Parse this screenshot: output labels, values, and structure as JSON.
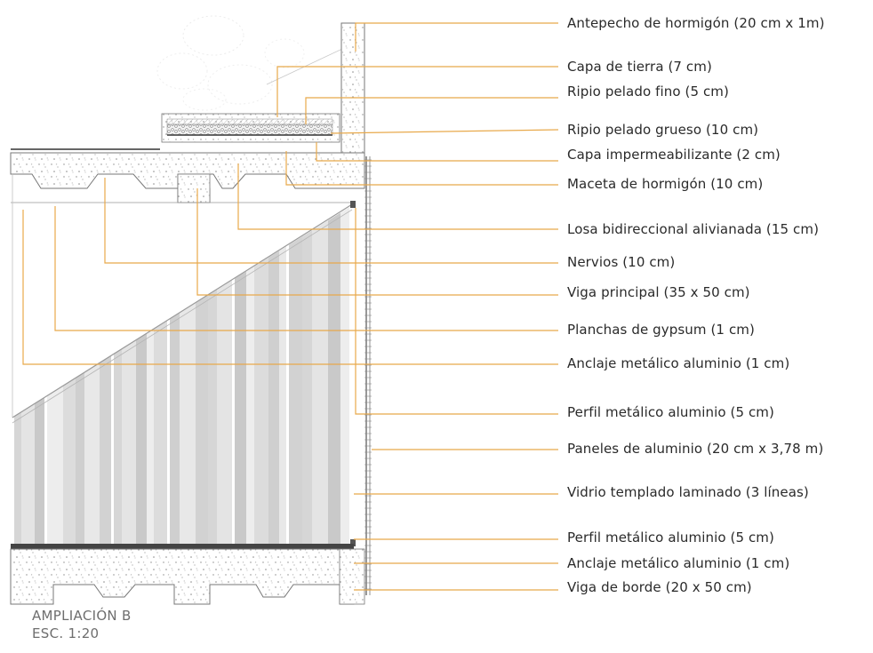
{
  "drawing": {
    "title": "AMPLIACIÓN B",
    "scale": "ESC. 1:20",
    "leader_color": "#E8A94B",
    "labels": [
      "Antepecho de hormigón (20 cm x 1m)",
      "Capa de tierra (7 cm)",
      "Ripio pelado fino (5 cm)",
      "Ripio pelado grueso (10 cm)",
      "Capa impermeabilizante (2 cm)",
      "Maceta de hormigón (10 cm)",
      "Losa bidireccional alivianada (15 cm)",
      "Nervios (10 cm)",
      "Viga principal (35 x 50 cm)",
      "Planchas de gypsum (1 cm)",
      "Anclaje metálico aluminio (1 cm)",
      "Perfil metálico aluminio (5 cm)",
      "Paneles de aluminio (20 cm x 3,78 m)",
      "Vidrio templado laminado (3 líneas)",
      "Perfil metálico aluminio (5 cm)",
      "Anclaje metálico aluminio (1 cm)",
      "Viga de borde (20 x 50 cm)"
    ]
  }
}
